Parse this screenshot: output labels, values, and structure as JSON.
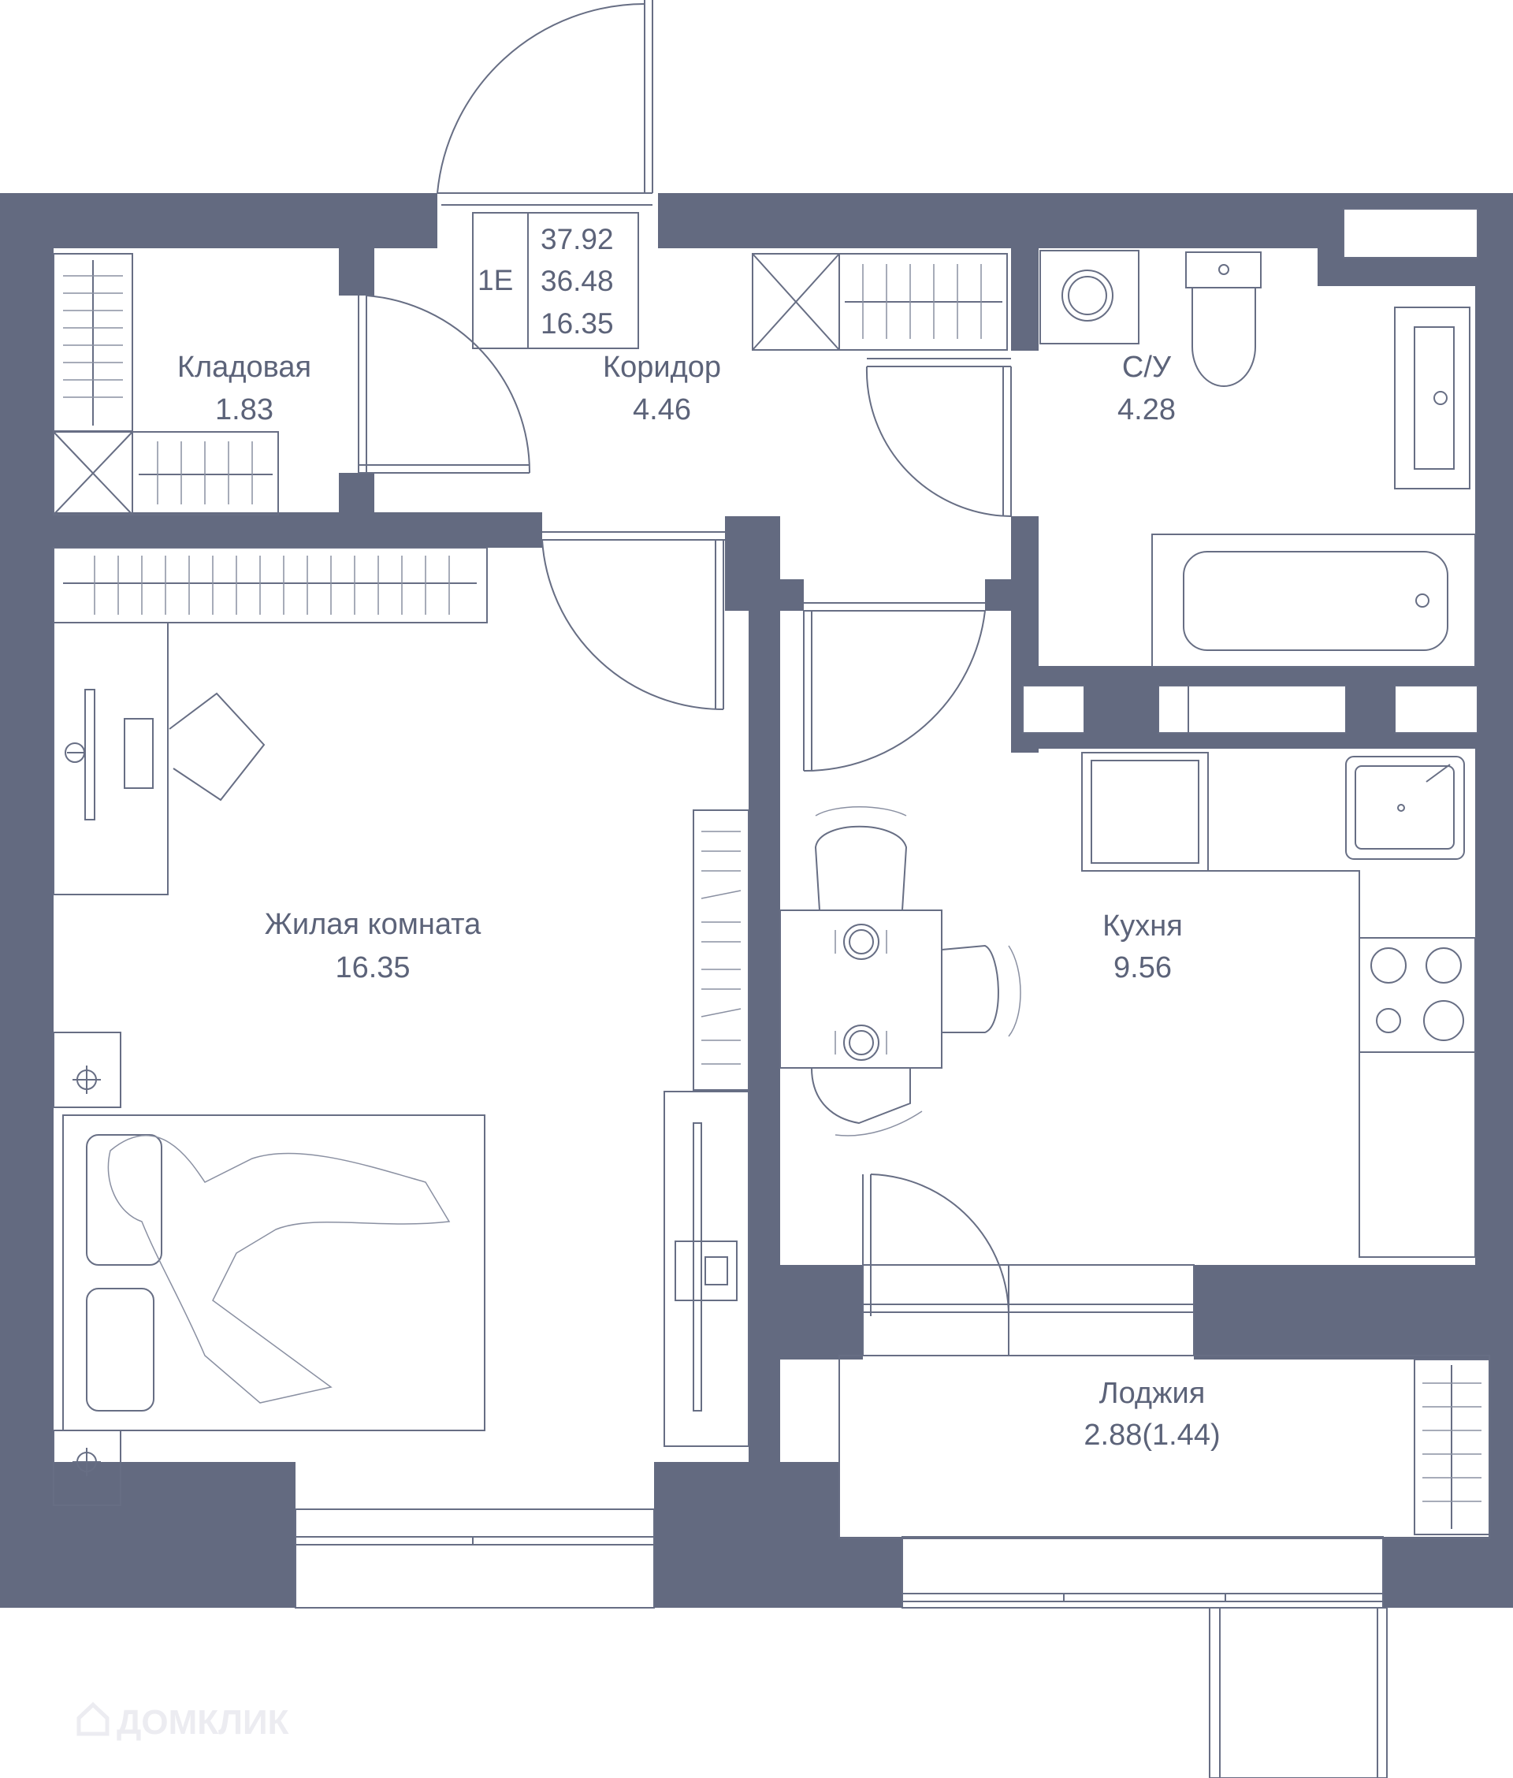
{
  "apartment": {
    "type_label": "1E",
    "areas": [
      "37.92",
      "36.48",
      "16.35"
    ]
  },
  "rooms": [
    {
      "id": "storage",
      "name": "Кладовая",
      "area": "1.83"
    },
    {
      "id": "corridor",
      "name": "Коридор",
      "area": "4.46"
    },
    {
      "id": "bathroom",
      "name": "С/У",
      "area": "4.28"
    },
    {
      "id": "living",
      "name": "Жилая комната",
      "area": "16.35"
    },
    {
      "id": "kitchen",
      "name": "Кухня",
      "area": "9.56"
    },
    {
      "id": "loggia",
      "name": "Лоджия",
      "area": "2.88(1.44)"
    }
  ],
  "watermark": "ДОМКЛИК",
  "colors": {
    "walls": "#636a80",
    "lines": "#676e84",
    "text": "#5c6379"
  },
  "icons": [
    "house-logo-icon"
  ]
}
